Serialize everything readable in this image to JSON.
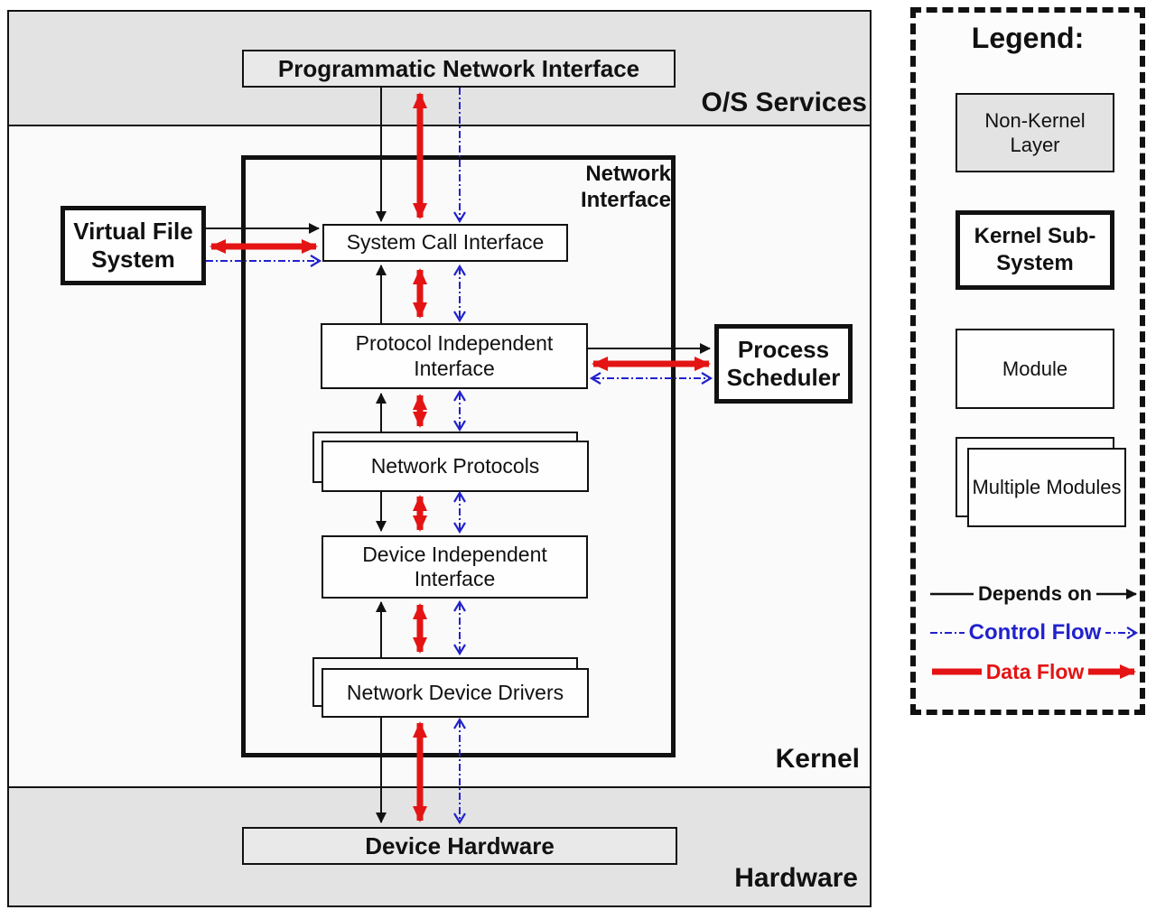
{
  "diagram": {
    "bands": {
      "os_services": "O/S Services",
      "kernel": "Kernel",
      "hardware": "Hardware"
    },
    "boxes": {
      "programmatic_network_interface": "Programmatic Network Interface",
      "network_interface_subsystem": "Network Interface",
      "virtual_file_system": "Virtual File System",
      "system_call_interface": "System Call Interface",
      "protocol_independent_interface": "Protocol Independent Interface",
      "process_scheduler": "Process Scheduler",
      "network_protocols": "Network Protocols",
      "device_independent_interface": "Device Independent Interface",
      "network_device_drivers": "Network Device Drivers",
      "device_hardware": "Device Hardware"
    }
  },
  "legend": {
    "title": "Legend:",
    "items": {
      "non_kernel_layer": "Non-Kernel Layer",
      "kernel_subsystem": "Kernel Sub-System",
      "module": "Module",
      "multiple_modules": "Multiple Modules"
    },
    "arrow_types": {
      "depends_on": "Depends on",
      "control_flow": "Control Flow",
      "data_flow": "Data Flow"
    }
  },
  "colors": {
    "depends_on_black": "#111111",
    "control_flow_blue": "#2222cc",
    "data_flow_red": "#e41414",
    "non_kernel_gray": "#e3e3e3"
  }
}
